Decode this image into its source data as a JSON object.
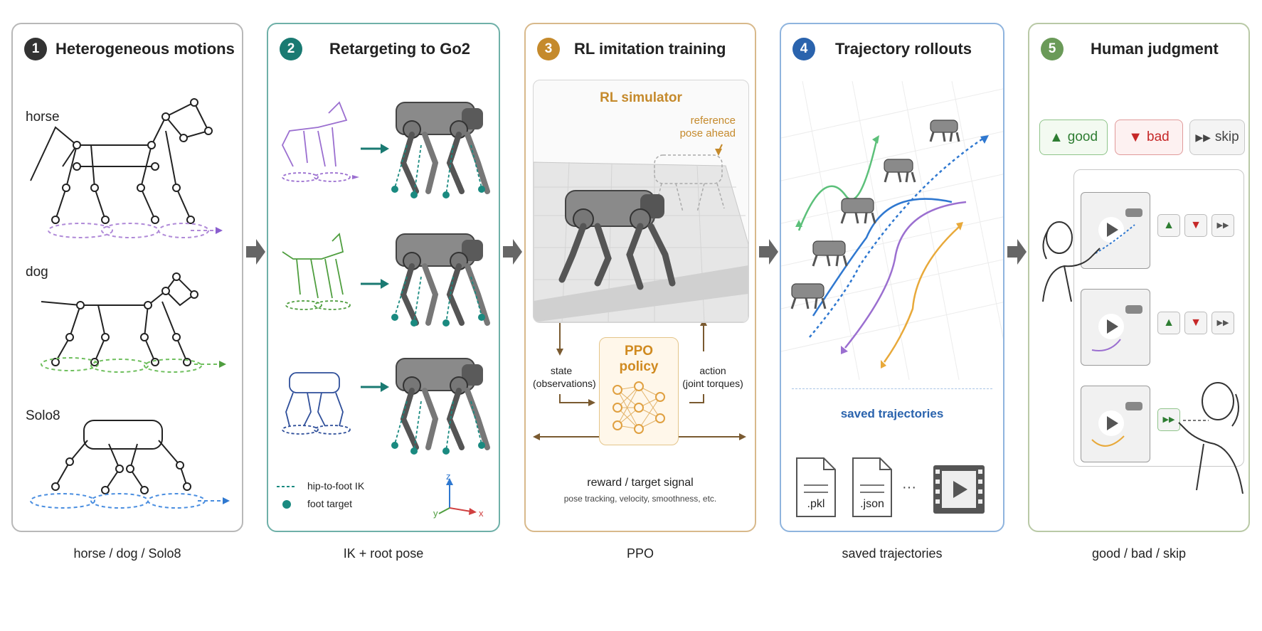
{
  "panels": [
    {
      "number": "1",
      "title": "Heterogeneous motions",
      "caption": "horse / dog / Solo8",
      "color": "#333333",
      "labels": [
        "horse",
        "dog",
        "Solo8"
      ]
    },
    {
      "number": "2",
      "title": "Retargeting to Go2",
      "caption": "IK + root pose",
      "color": "#1a7a72",
      "legend": {
        "ik": "hip-to-foot IK",
        "foot": "foot target"
      },
      "axes": {
        "z": "z",
        "y": "y",
        "x": "x"
      }
    },
    {
      "number": "3",
      "title": "RL imitation training",
      "caption": "PPO",
      "color": "#c58a2c",
      "sim_title": "RL simulator",
      "ref_label_1": "reference",
      "ref_label_2": "pose ahead",
      "state_1": "state",
      "state_2": "(observations)",
      "policy_1": "PPO",
      "policy_2": "policy",
      "action_1": "action",
      "action_2": "(joint torques)",
      "reward_title": "reward / target signal",
      "reward_sub": "pose tracking, velocity, smoothness, etc."
    },
    {
      "number": "4",
      "title": "Trajectory rollouts",
      "caption": "saved trajectories",
      "color": "#2a63ad",
      "saved_label": "saved trajectories",
      "files": [
        ".pkl",
        ".json"
      ],
      "ellipsis": "···"
    },
    {
      "number": "5",
      "title": "Human judgment",
      "caption": "good / bad / skip",
      "color": "#6a9a58",
      "buttons": {
        "good": "good",
        "bad": "bad",
        "skip": "skip"
      }
    }
  ],
  "colors": {
    "teal": "#1a8a80",
    "purple": "#9b6fd0",
    "green": "#5aa84a",
    "blue": "#2f78d0",
    "orange": "#e8a93a"
  }
}
